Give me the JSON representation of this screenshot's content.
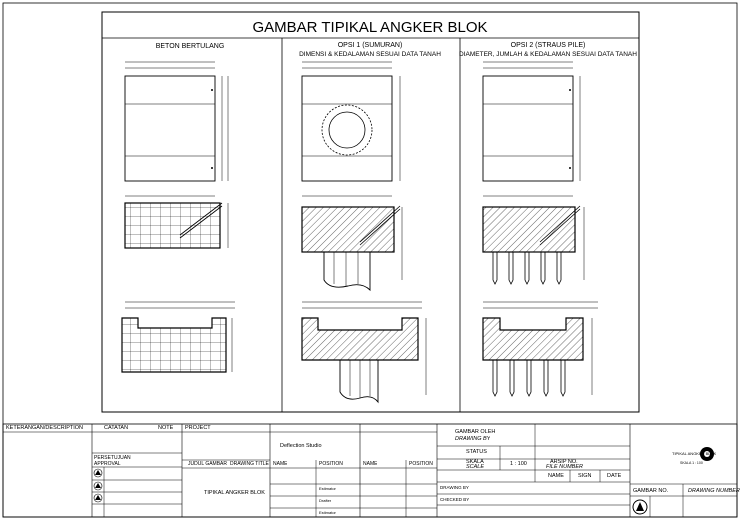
{
  "drawing": {
    "title": "GAMBAR TIPIKAL ANGKER BLOK",
    "columns": [
      {
        "heading": "BETON BERTULANG",
        "subheading": ""
      },
      {
        "heading": "OPSI 1 (SUMURAN)",
        "subheading": "DIMENSI & KEDALAMAN SESUAI DATA TANAH"
      },
      {
        "heading": "OPSI 2 (STRAUS PILE)",
        "subheading": "DIAMETER, JUMLAH & KEDALAMAN SESUAI DATA TANAH"
      }
    ]
  },
  "title_block": {
    "keterangan": "KETERANGAN/DESCRIPTION",
    "catatan": "CATATAN",
    "note": "NOTE",
    "project": "PROJECT",
    "persetujuan": "PERSETUJUAN",
    "approval": "APPROVAL",
    "judul_gambar": "JUDUL GAMBAR",
    "drawing_title": "DRAWING TITLE",
    "drawing_title_value": "TIPIKAL ANGKER BLOK",
    "consultant_name": "Deflection Studio",
    "name_col": "NAME",
    "position_col": "POSITION",
    "name_col2": "NAME",
    "position_col2": "POSITION",
    "roles": [
      "Estimator",
      "Drafter",
      "Estimator"
    ],
    "gambar_oleh": "GAMBAR OLEH",
    "drawing_by": "DRAWING BY",
    "status": "STATUS",
    "skala": "SKALA",
    "scale": "SCALE",
    "scale_value": "1 : 100",
    "arsip_no": "ARSIP NO.",
    "file_number": "FILE NUMBER",
    "name_hdr": "NAME",
    "sign_hdr": "SIGN",
    "date_hdr": "DATE",
    "drawing_by2": "DRAWING BY",
    "checked_by": "CHECKED BY",
    "gambar_no": "GAMBAR NO.",
    "drawing_number": "DRAWING NUMBER",
    "logo_title": "TIPIKAL ANGKER BLOK",
    "logo_scale": "SKALA 1 : 100"
  }
}
